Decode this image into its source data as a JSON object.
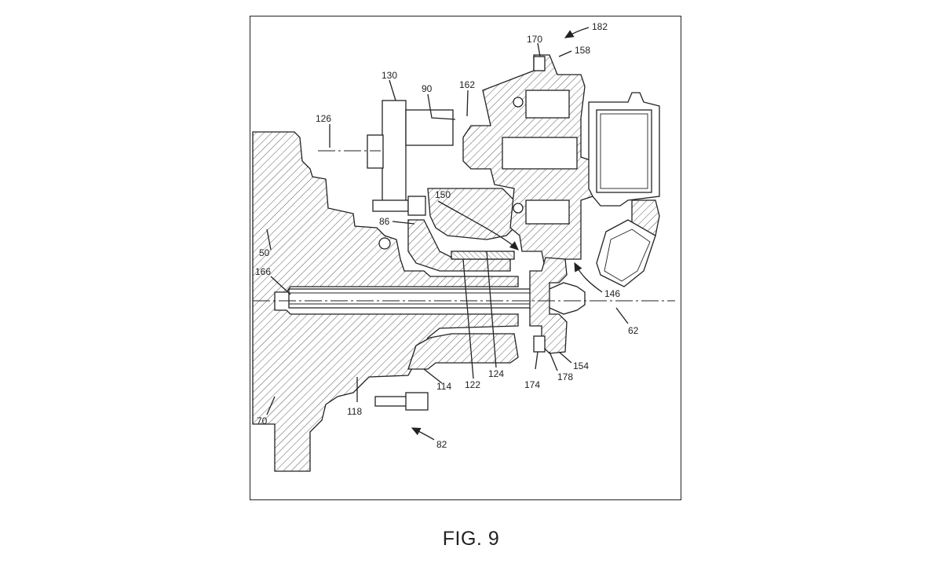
{
  "caption": "FIG. 9",
  "reference_numerals": {
    "n182": "182",
    "n170": "170",
    "n158": "158",
    "n130": "130",
    "n90": "90",
    "n162": "162",
    "n126": "126",
    "n150": "150",
    "n86": "86",
    "n50": "50",
    "n166": "166",
    "n146": "146",
    "n62": "62",
    "n154": "154",
    "n124": "124",
    "n122": "122",
    "n114": "114",
    "n174": "174",
    "n178": "178",
    "n118": "118",
    "n70": "70",
    "n82": "82"
  },
  "colors": {
    "ink": "#222222",
    "paper": "#ffffff"
  }
}
